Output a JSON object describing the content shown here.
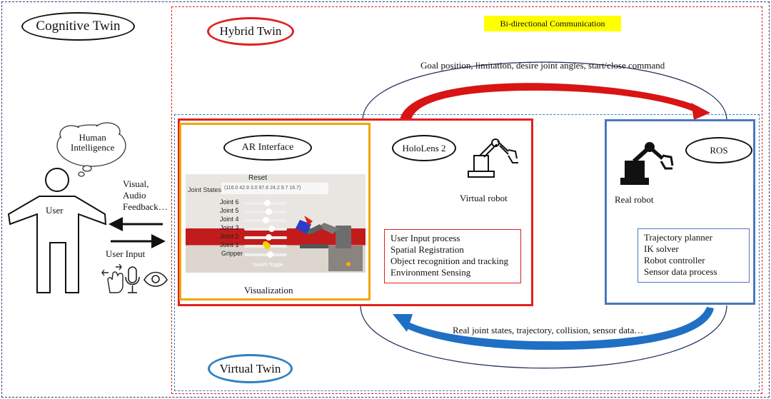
{
  "labels": {
    "cognitive_twin": "Cognitive Twin",
    "hybrid_twin": "Hybrid Twin",
    "virtual_twin": "Virtual Twin",
    "bidirectional": "Bi-directional Communication",
    "top_arrow": "Goal position, limitation, desire joint angles, start/close command",
    "bottom_arrow": "Real joint states, trajectory, collision, sensor data…",
    "human_intelligence_1": "Human",
    "human_intelligence_2": "Intelligence",
    "user": "User",
    "feedback_1": "Visual,",
    "feedback_2": "Audio",
    "feedback_3": "Feedback…",
    "user_input": "User Input",
    "ar_interface": "AR Interface",
    "visualization": "Visualization",
    "hololens": "HoloLens 2",
    "virtual_robot": "Virtual robot",
    "ros": "ROS",
    "real_robot": "Real robot"
  },
  "ar_screenshot": {
    "reset": "Reset",
    "joint_states_label": "Joint States",
    "joint_states_value": "(116.0 42.9 3.0 97.6 24.2 9.7 16.7)",
    "joints": [
      "Joint 6",
      "Joint 5",
      "Joint 4",
      "Joint 3",
      "Joint 2",
      "Joint 1",
      "Gripper"
    ],
    "switch_toggle": "Switch Toggle"
  },
  "hololens_functions": [
    "User Input process",
    "Spatial Registration",
    "Object recognition and tracking",
    "Environment Sensing"
  ],
  "ros_functions": [
    "Trajectory planner",
    "IK solver",
    "Robot controller",
    "Sensor data process"
  ],
  "colors": {
    "cognitive_border": "#2c3e6b",
    "hybrid_border": "#e02020",
    "virtual_border": "#2f7fc1",
    "ar_border": "#f0a800",
    "ros_border": "#4a78c0",
    "highlight": "#ffff00",
    "red_arrow": "#d81414",
    "blue_arrow": "#1f6fc4"
  },
  "icons": [
    "person-icon",
    "thought-cloud-icon",
    "touch-gesture-icon",
    "microphone-icon",
    "eye-icon",
    "robot-arm-icon"
  ]
}
